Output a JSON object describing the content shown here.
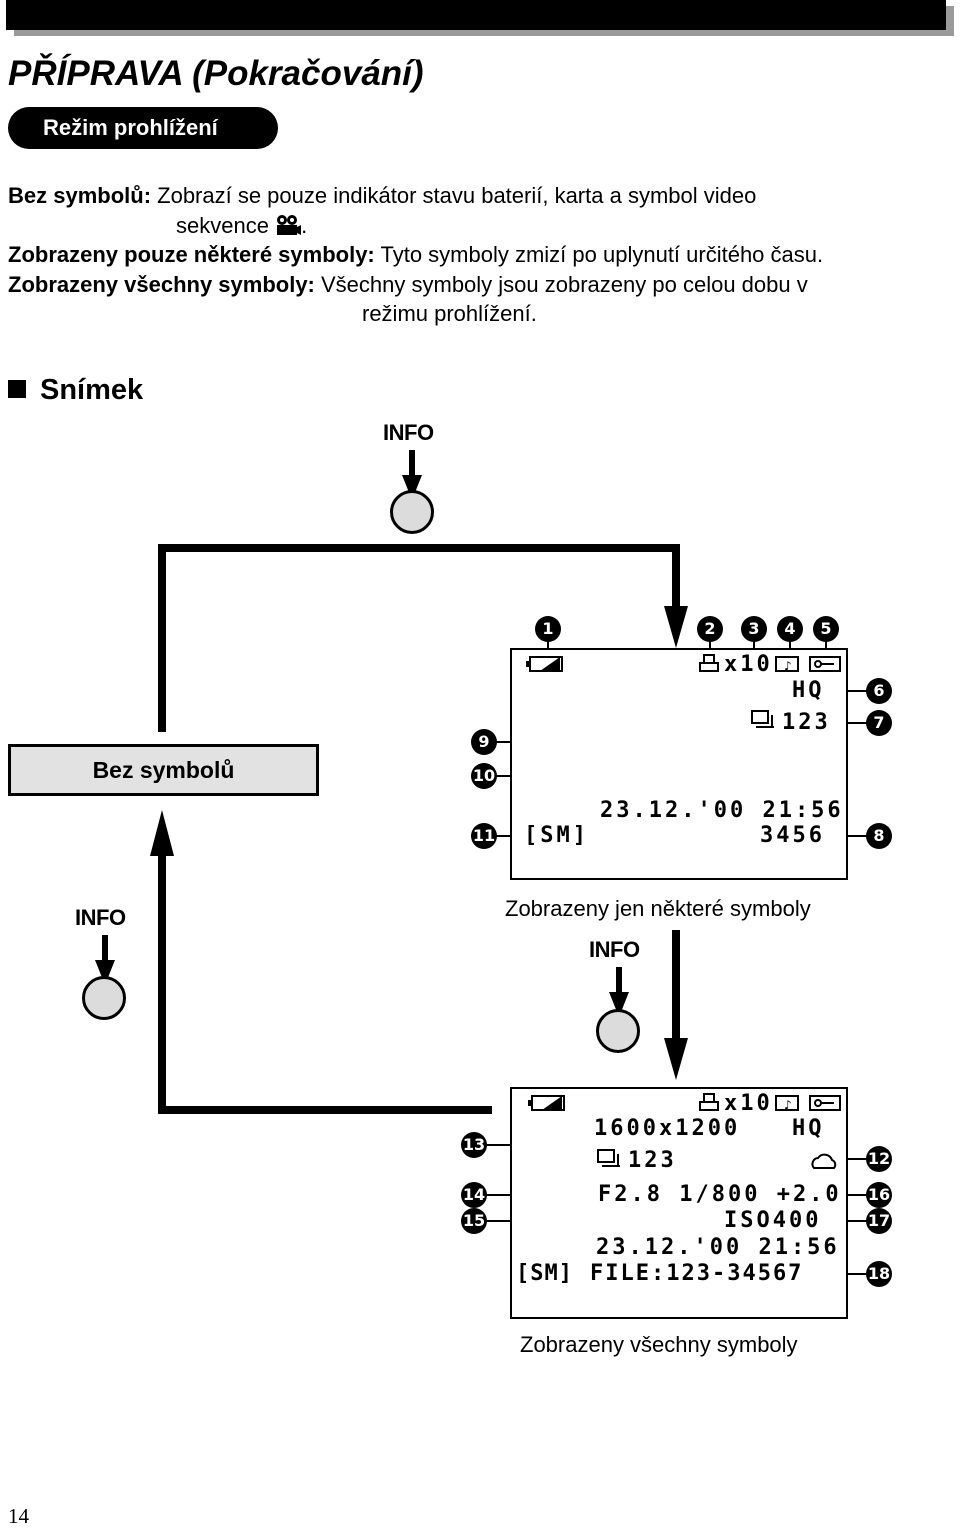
{
  "page": {
    "title": "PŘÍPRAVA (Pokračování)",
    "mode_label": "Režim prohlížení",
    "page_number": "14"
  },
  "descriptions": {
    "line1_term": "Bez symbolů:",
    "line1_text": " Zobrazí se pouze indikátor stavu baterií, karta a symbol video",
    "line2_text": "sekvence",
    "line2_end": ".",
    "line3_term": "Zobrazeny pouze některé symboly:",
    "line3_text": " Tyto symboly zmizí po uplynutí určitého času.",
    "line4_term": "Zobrazeny všechny symboly:",
    "line4_text": " Všechny symboly jsou zobrazeny po celou dobu v",
    "line5_text": "režimu prohlížení."
  },
  "section": {
    "heading": "Snímek"
  },
  "diagram": {
    "info_label": "INFO",
    "no_symbols_label": "Bez symbolů",
    "some_symbols_caption": "Zobrazeny jen některé symboly",
    "all_symbols_caption": "Zobrazeny všechny symboly",
    "screen1": {
      "print_count": "x10",
      "quality": "HQ",
      "sequence": "123",
      "datetime": "23.12.'00 21:56",
      "card": "[SM]",
      "frame": "3456"
    },
    "screen2": {
      "print_count": "x10",
      "resolution": "1600x1200",
      "quality": "HQ",
      "sequence": "123",
      "exposure": "F2.8 1/800 +2.0",
      "iso": "ISO400",
      "datetime": "23.12.'00 21:56",
      "card": "[SM]",
      "file": "FILE:123-34567"
    },
    "callouts": [
      "1",
      "2",
      "3",
      "4",
      "5",
      "6",
      "7",
      "8",
      "9",
      "10",
      "11",
      "12",
      "13",
      "14",
      "15",
      "16",
      "17",
      "18"
    ]
  }
}
